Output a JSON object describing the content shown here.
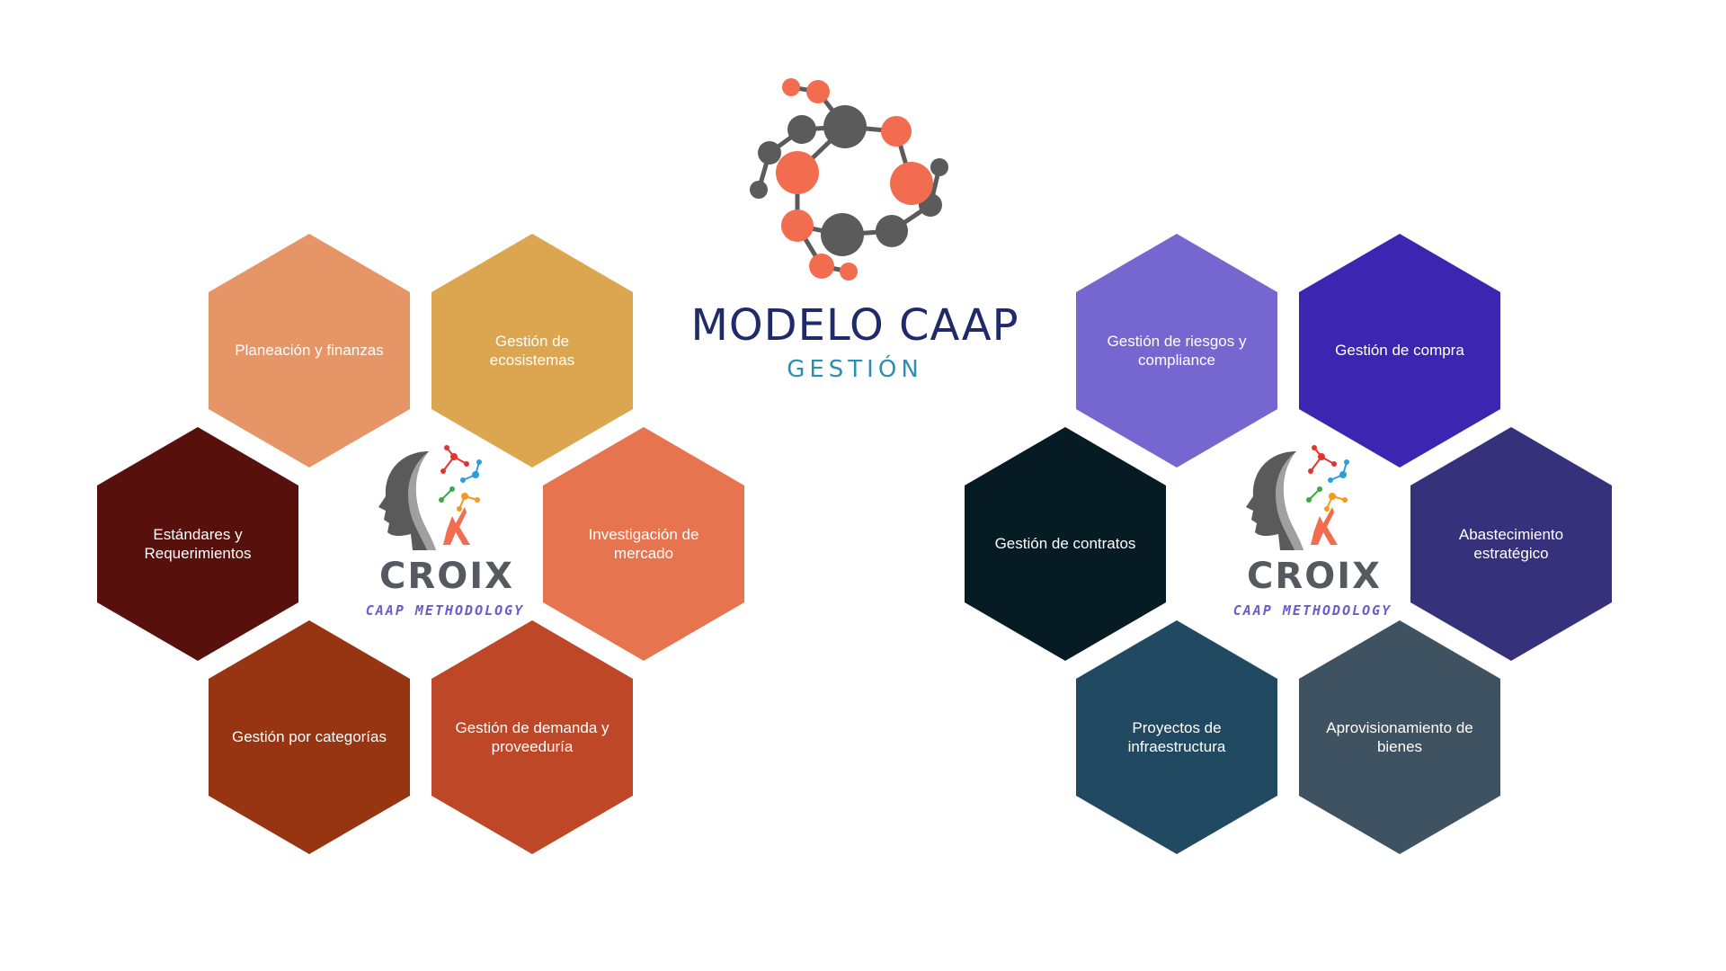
{
  "title": {
    "main": "MODELO CAAP",
    "sub": "GESTIÓN"
  },
  "brand": {
    "word": "CROIX",
    "tagline": "CAAP METHODOLOGY",
    "colors": {
      "gray": "#5b5b5b",
      "orange": "#f26d4f"
    }
  },
  "left_hexagons": [
    {
      "label": "Planeación y finanzas",
      "color": "#e69566"
    },
    {
      "label": "Gestión de ecosistemas",
      "color": "#dca650"
    },
    {
      "label": "Estándares y Requerimientos",
      "color": "#57100c"
    },
    {
      "label": "Investigación de mercado",
      "color": "#e6744f"
    },
    {
      "label": "Gestión por categorías",
      "color": "#973412"
    },
    {
      "label": "Gestión de demanda y proveeduría",
      "color": "#bd4726"
    }
  ],
  "right_hexagons": [
    {
      "label": "Gestión de riesgos y compliance",
      "color": "#7567cf"
    },
    {
      "label": "Gestión de compra",
      "color": "#3c26b1"
    },
    {
      "label": "Gestión de contratos",
      "color": "#061b24"
    },
    {
      "label": "Abastecimiento estratégico",
      "color": "#35317a"
    },
    {
      "label": "Proyectos de infraestructura",
      "color": "#214a62"
    },
    {
      "label": "Aprovisionamiento de bienes",
      "color": "#3f5261"
    }
  ]
}
